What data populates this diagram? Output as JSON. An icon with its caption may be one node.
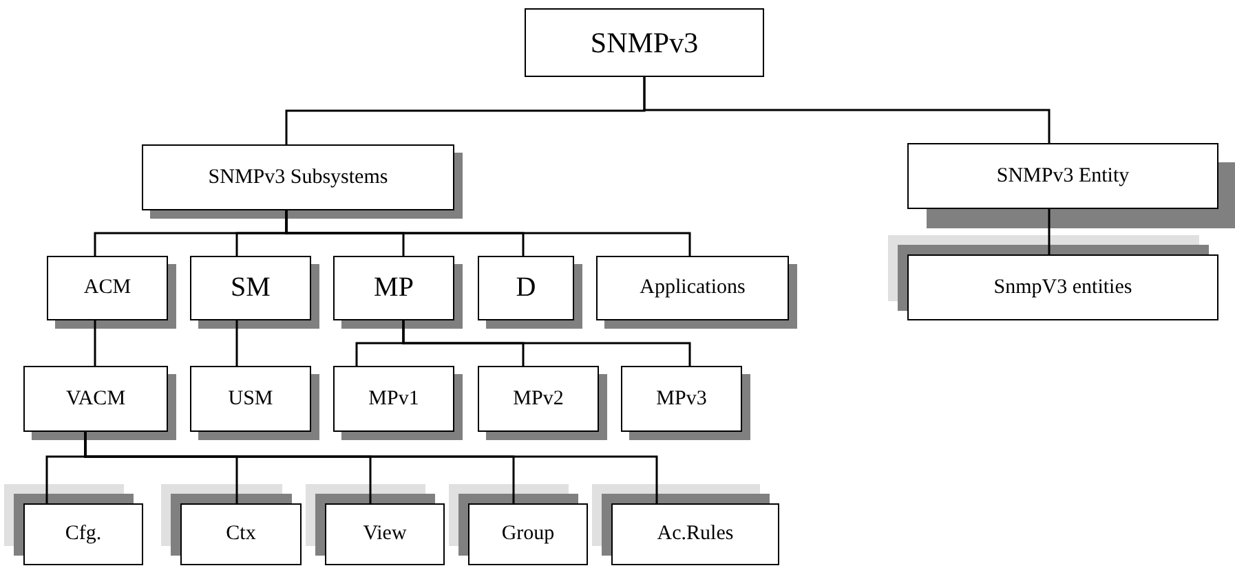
{
  "diagram": {
    "nodes": [
      {
        "text": [
          "SNMPv3"
        ]
      },
      {
        "text": [
          "SNMPv3 Subsystems"
        ]
      },
      {
        "text": [
          "SNMPv3 Entity"
        ]
      },
      {
        "text": [
          "ACM"
        ]
      },
      {
        "text": [
          "SM"
        ]
      },
      {
        "text": [
          "MP"
        ]
      },
      {
        "text": [
          "D"
        ]
      },
      {
        "text": [
          "Applications"
        ]
      },
      {
        "text": [
          "SnmpV3 entities"
        ]
      },
      {
        "text": [
          "VACM"
        ]
      },
      {
        "text": [
          "USM"
        ]
      },
      {
        "text": [
          "MPv1"
        ]
      },
      {
        "text": [
          "MPv2"
        ]
      },
      {
        "text": [
          "MPv3"
        ]
      },
      {
        "text": [
          "Cfg."
        ]
      },
      {
        "text": [
          "Ctx"
        ]
      },
      {
        "text": [
          "View"
        ]
      },
      {
        "text": [
          "Group"
        ]
      },
      {
        "text": [
          "Ac.Rules"
        ]
      }
    ],
    "edges": [
      {
        "from": 0,
        "to": 1,
        "arrow": "none"
      },
      {
        "from": 0,
        "to": 2,
        "arrow": "none"
      },
      {
        "from": 1,
        "to": 3,
        "arrow": "none"
      },
      {
        "from": 1,
        "to": 4,
        "arrow": "none"
      },
      {
        "from": 1,
        "to": 5,
        "arrow": "none"
      },
      {
        "from": 1,
        "to": 6,
        "arrow": "none"
      },
      {
        "from": 1,
        "to": 7,
        "arrow": "none"
      },
      {
        "from": 2,
        "to": 8,
        "arrow": "none"
      },
      {
        "from": 3,
        "to": 9,
        "arrow": "none"
      },
      {
        "from": 4,
        "to": 10,
        "arrow": "none"
      },
      {
        "from": 5,
        "to": 11,
        "arrow": "none"
      },
      {
        "from": 5,
        "to": 12,
        "arrow": "none"
      },
      {
        "from": 5,
        "to": 13,
        "arrow": "none"
      },
      {
        "from": 9,
        "to": 14,
        "arrow": "none"
      },
      {
        "from": 9,
        "to": 15,
        "arrow": "none"
      },
      {
        "from": 9,
        "to": 16,
        "arrow": "none"
      },
      {
        "from": 9,
        "to": 17,
        "arrow": "none"
      },
      {
        "from": 9,
        "to": 18,
        "arrow": "none"
      }
    ]
  }
}
